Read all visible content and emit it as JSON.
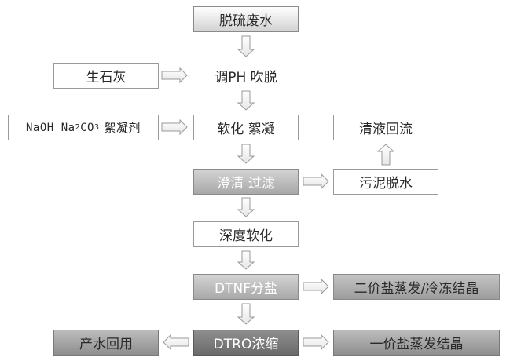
{
  "nodes": {
    "desulfurization_wastewater": "脱硫废水",
    "quicklime": "生石灰",
    "adjust_ph": "调PH 吹脱",
    "reagent_naoh": "NaOH",
    "reagent_na": "Na",
    "reagent_sub2": "2",
    "reagent_co": "CO",
    "reagent_sub3": "3",
    "reagent_flocculant": "絮凝剂",
    "softening_flocculation": "软化 絮凝",
    "clear_liquid_return": "清液回流",
    "clarification_filtration": "澄清 过滤",
    "sludge_dewatering": "污泥脱水",
    "deep_softening": "深度软化",
    "dtnf_salt_separation": "DTNF分盐",
    "divalent_salt": "二价盐蒸发/冷冻结晶",
    "water_reuse": "产水回用",
    "dtro_concentration": "DTRO浓缩",
    "monovalent_salt": "一价盐蒸发结晶"
  },
  "colors": {
    "arrow_stroke": "#9a9a9a",
    "arrow_fill": "#ffffff"
  }
}
